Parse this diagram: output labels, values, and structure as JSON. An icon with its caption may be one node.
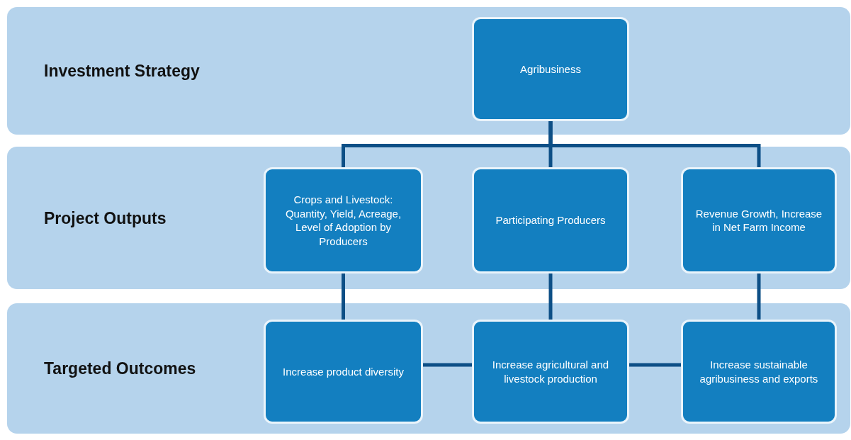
{
  "diagram": {
    "nodes": [
      {
        "text": [
          "Investment Strategy"
        ]
      },
      {
        "text": [
          "Agribusiness"
        ],
        "in": 0
      },
      {
        "text": [
          "Project Outputs"
        ]
      },
      {
        "text": [
          "Crops and Livestock: Quantity, Yield, Acreage, Level of Adoption by Producers"
        ],
        "in": 2
      },
      {
        "text": [
          "Participating Producers"
        ],
        "in": 2
      },
      {
        "text": [
          "Revenue Growth, Increase in Net Farm Income"
        ],
        "in": 2
      },
      {
        "text": [
          "Targeted Outcomes"
        ]
      },
      {
        "text": [
          "Increase product diversity"
        ],
        "in": 6
      },
      {
        "text": [
          "Increase agricultural and livestock production"
        ],
        "in": 6
      },
      {
        "text": [
          "Increase sustainable agribusiness and exports"
        ],
        "in": 6
      }
    ],
    "edges": [
      {
        "from": 1,
        "to": 3,
        "arrow": "none"
      },
      {
        "from": 1,
        "to": 4,
        "arrow": "none"
      },
      {
        "from": 1,
        "to": 5,
        "arrow": "none"
      },
      {
        "from": 3,
        "to": 7,
        "arrow": "none"
      },
      {
        "from": 4,
        "to": 8,
        "arrow": "none"
      },
      {
        "from": 5,
        "to": 9,
        "arrow": "none"
      },
      {
        "from": 7,
        "to": 8,
        "arrow": "none"
      },
      {
        "from": 8,
        "to": 9,
        "arrow": "none"
      }
    ]
  }
}
